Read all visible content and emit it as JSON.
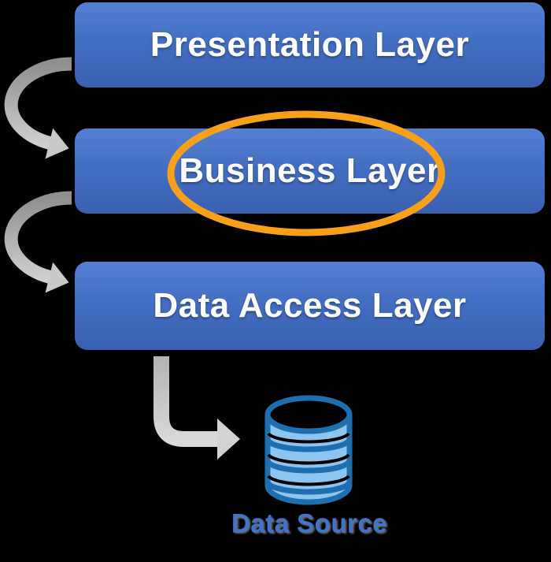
{
  "background": "#000000",
  "layers": [
    {
      "label": "Presentation Layer",
      "highlighted": false
    },
    {
      "label": "Business Layer",
      "highlighted": true
    },
    {
      "label": "Data Access Layer",
      "highlighted": false
    }
  ],
  "data_source": {
    "label": "Data Source"
  },
  "icons": {
    "flow_arrow_top": "curved-arrow",
    "flow_arrow_bottom": "curved-arrow",
    "database_arrow": "elbow-arrow",
    "database": "database-cylinder",
    "highlight": "orange-ellipse-annotation"
  },
  "colors": {
    "box_gradient_top": "#567FD2",
    "box_gradient_mid": "#4470C4",
    "box_gradient_bottom": "#3A60B0",
    "highlight_orange": "#F9A01B",
    "arrow_gray_dark": "#8F8F8F",
    "arrow_gray_light": "#D6D6D6",
    "database_outline": "#1F6FB0",
    "database_fill": "#8CC5EF",
    "layer_text": "#FFFFFF",
    "data_source_text": "#4173C9"
  }
}
